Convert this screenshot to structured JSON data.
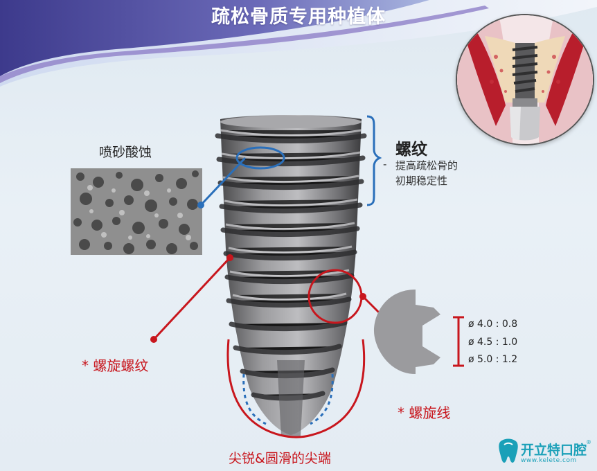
{
  "title": "疏松骨质专用种植体",
  "sand_blast": {
    "label": "喷砂酸蚀"
  },
  "thread": {
    "label": "螺纹",
    "dash": "-",
    "description": "提高疏松骨的\n初期稳定性"
  },
  "helix_thread": {
    "label": "* 螺旋螺纹"
  },
  "helix_line": {
    "label": "* 螺旋线"
  },
  "tip": {
    "label": "尖锐&圆滑的尖端"
  },
  "ratios": [
    "ø 4.0 : 0.8",
    "ø 4.5 : 1.0",
    "ø 5.0 : 1.2"
  ],
  "brand": {
    "name": "开立特口腔",
    "url": "www.kelete.com",
    "reg": "®"
  },
  "colors": {
    "accent_red": "#c8161d",
    "accent_blue": "#2a6fba",
    "banner_purple": "#5a4aa0",
    "implant_gray": "#7d7d80"
  }
}
